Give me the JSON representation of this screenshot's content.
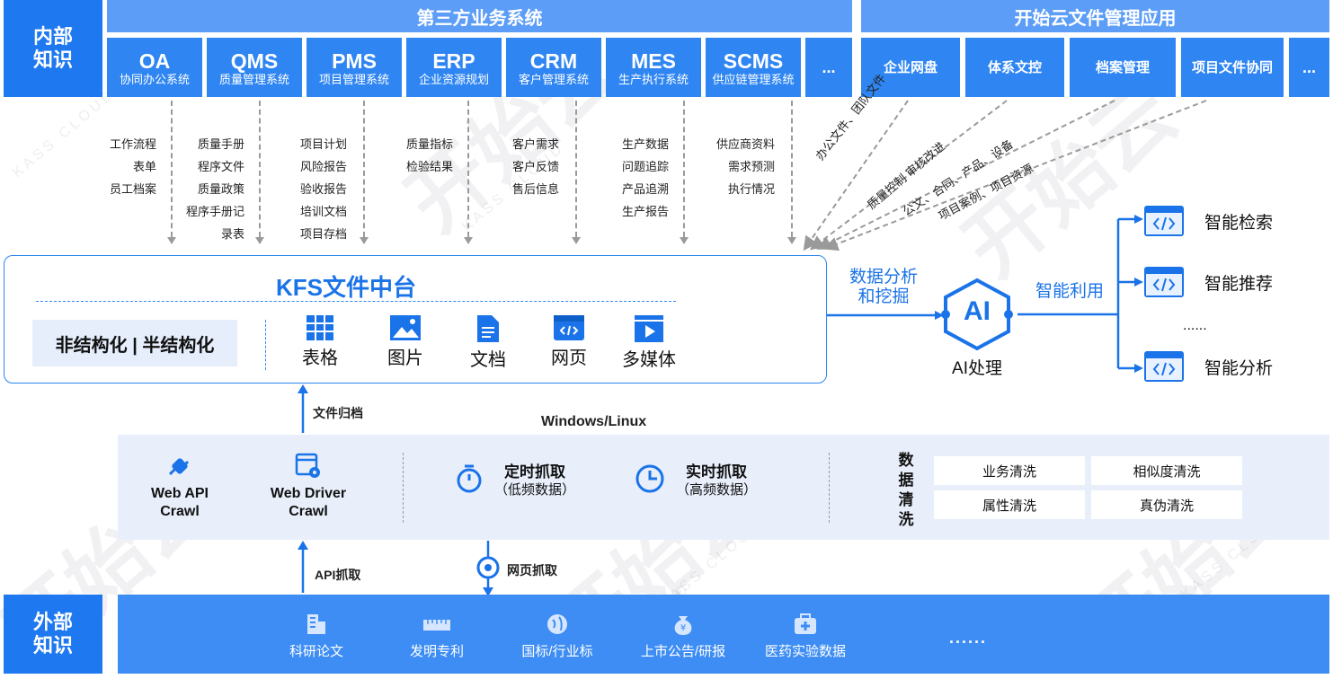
{
  "left_labels": {
    "internal": "内部\n知识",
    "external": "外部\n知识"
  },
  "third_party": {
    "title": "第三方业务系统",
    "systems": [
      {
        "code": "OA",
        "name": "协同办公系统",
        "docs": [
          "工作流程",
          "表单",
          "员工档案"
        ]
      },
      {
        "code": "QMS",
        "name": "质量管理系统",
        "docs": [
          "质量手册",
          "程序文件",
          "质量政策",
          "程序手册记",
          "录表"
        ]
      },
      {
        "code": "PMS",
        "name": "项目管理系统",
        "docs": [
          "项目计划",
          "风险报告",
          "验收报告",
          "培训文档",
          "项目存档"
        ]
      },
      {
        "code": "ERP",
        "name": "企业资源规划",
        "docs": [
          "质量指标",
          "检验结果"
        ]
      },
      {
        "code": "CRM",
        "name": "客户管理系统",
        "docs": [
          "客户需求",
          "客户反馈",
          "售后信息"
        ]
      },
      {
        "code": "MES",
        "name": "生产执行系统",
        "docs": [
          "生产数据",
          "问题追踪",
          "产品追溯",
          "生产报告"
        ]
      },
      {
        "code": "SCMS",
        "name": "供应链管理系统",
        "docs": [
          "供应商资料",
          "需求预测",
          "执行情况"
        ]
      }
    ],
    "more": "..."
  },
  "kfs_apps": {
    "title": "开始云文件管理应用",
    "apps": [
      "企业网盘",
      "体系文控",
      "档案管理",
      "项目文件协同"
    ],
    "more": "...",
    "flows": [
      "办公文件、团队文件",
      "质量控制 审核改进",
      "公文、合同、产品、设备",
      "项目案例、项目资源"
    ]
  },
  "platform": {
    "title": "KFS文件中台",
    "types_label": "非结构化 | 半结构化",
    "file_types": [
      "表格",
      "图片",
      "文档",
      "网页",
      "多媒体"
    ]
  },
  "ai": {
    "analysis_label": "数据分析\n和挖掘",
    "ai_label": "AI处理",
    "ai_badge": "AI",
    "use_label": "智能利用",
    "outputs": [
      "智能检索",
      "智能推荐",
      "......",
      "智能分析"
    ]
  },
  "crawl": {
    "archive_label": "文件归档",
    "os_label": "Windows/Linux",
    "web_api": "Web API\nCrawl",
    "web_driver": "Web Driver\nCrawl",
    "scheduled": {
      "title": "定时抓取",
      "sub": "（低频数据）"
    },
    "realtime": {
      "title": "实时抓取",
      "sub": "（高频数据）"
    },
    "cleaning_title": "数\n据\n清\n洗",
    "cleaning": [
      "业务清洗",
      "相似度清洗",
      "属性清洗",
      "真伪清洗"
    ],
    "api_label": "API抓取",
    "web_label": "网页抓取"
  },
  "external": {
    "sources": [
      "科研论文",
      "发明专利",
      "国标/行业标",
      "上市公告/研报",
      "医药实验数据"
    ],
    "more": "......"
  },
  "watermark": {
    "brand": "开始云",
    "brand_en": "KASS CLOUD"
  },
  "colors": {
    "primary": "#1a73e8",
    "card": "#2f86f3",
    "band": "#e8effb",
    "header": "#5c9df7",
    "external": "#3d8df5"
  }
}
